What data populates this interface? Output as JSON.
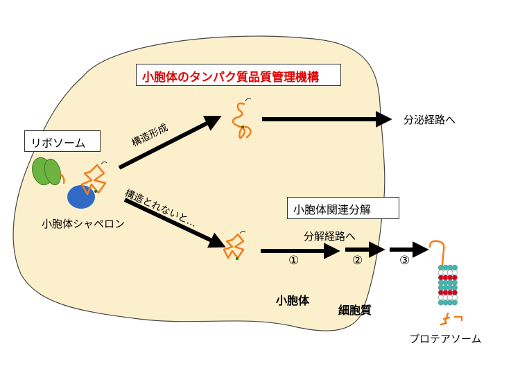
{
  "title": "小胞体のタンパク質品質管理機構",
  "ribosome_label": "リボソーム",
  "chaperone_label": "小胞体シャペロン",
  "folding_label": "構造形成",
  "misfolding_label": "構造とれないと…",
  "secretion_label": "分泌経路へ",
  "erad_label": "小胞体関連分解",
  "degradation_label": "分解経路へ",
  "step1": "①",
  "step2": "②",
  "step3": "③",
  "er_label": "小胞体",
  "cytoplasm_label": "細胞質",
  "proteasome_label": "プロテアソーム",
  "colors": {
    "er_fill": "#fcefcc",
    "protein": "#f07d1c",
    "ribosome": "#6db33f",
    "chaperone": "#2f6bc4",
    "title_text": "#e00000",
    "proteasome_red": "#d9001b",
    "proteasome_teal": "#3fb8b0"
  }
}
